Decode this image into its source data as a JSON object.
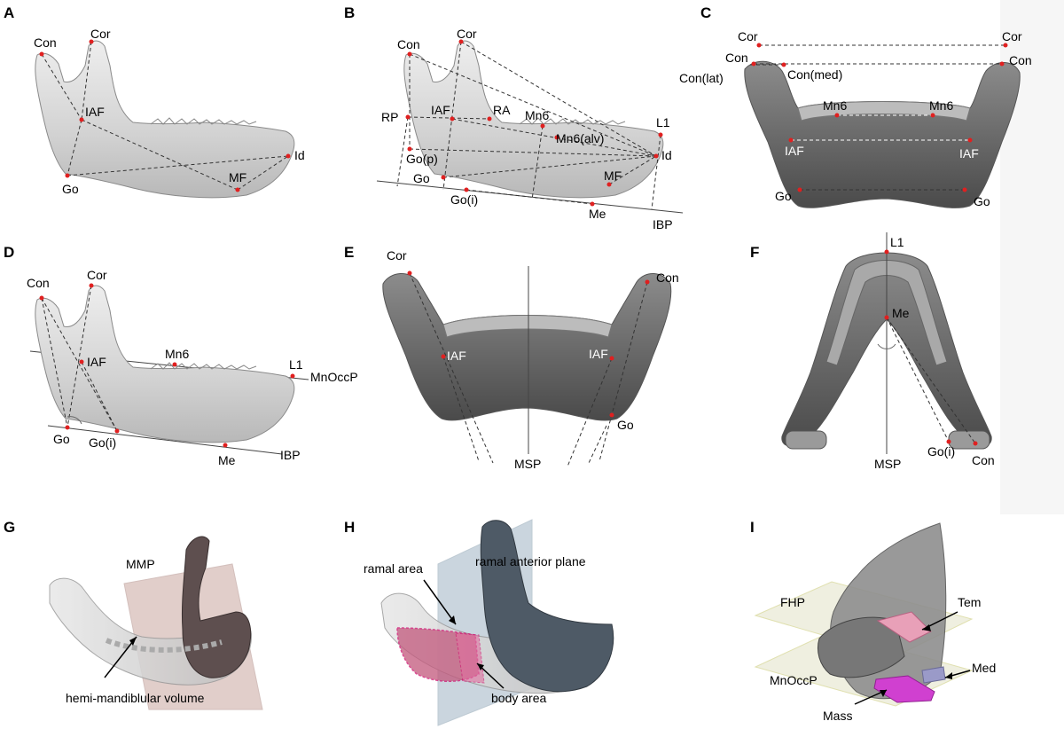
{
  "panels": {
    "A": {
      "label": "A",
      "landmarks": [
        "Con",
        "Cor",
        "IAF",
        "Go",
        "MF",
        "Id"
      ]
    },
    "B": {
      "label": "B",
      "landmarks": [
        "Con",
        "Cor",
        "RP",
        "IAF",
        "RA",
        "Mn6",
        "L1",
        "Mn6(alv)",
        "Go(p)",
        "Id",
        "Go",
        "MF",
        "Go(i)",
        "Me",
        "IBP"
      ]
    },
    "C": {
      "label": "C",
      "landmarks": [
        "Cor",
        "Cor",
        "Con",
        "Con",
        "Con(lat)",
        "Con(med)",
        "Mn6",
        "Mn6",
        "IAF",
        "IAF",
        "Go",
        "Go"
      ]
    },
    "D": {
      "label": "D",
      "landmarks": [
        "Con",
        "Cor",
        "IAF",
        "Mn6",
        "L1",
        "MnOccP",
        "Go",
        "Go(i)",
        "Me",
        "IBP"
      ]
    },
    "E": {
      "label": "E",
      "landmarks": [
        "Cor",
        "Con",
        "IAF",
        "IAF",
        "Go",
        "MSP"
      ]
    },
    "F": {
      "label": "F",
      "landmarks": [
        "L1",
        "Me",
        "MSP",
        "Go(i)",
        "Con"
      ]
    },
    "G": {
      "label": "G",
      "annotations": [
        "MMP",
        "hemi-mandiblular volume"
      ]
    },
    "H": {
      "label": "H",
      "annotations": [
        "ramal area",
        "ramal anterior plane",
        "body area"
      ]
    },
    "I": {
      "label": "I",
      "annotations": [
        "FHP",
        "Tem",
        "MnOccP",
        "Med",
        "Mass"
      ]
    }
  },
  "colors": {
    "landmark": "#e02020",
    "bone_light": "#d8d8d8",
    "bone_dark": "#5a5a5a",
    "mmp_plane": "#c9a7a0",
    "ramal_plane": "#9fb4c4",
    "tem": "#e8a0b8",
    "mass": "#d040d0",
    "med": "#9a9ac8",
    "occ_plane": "#e2e2c8"
  }
}
